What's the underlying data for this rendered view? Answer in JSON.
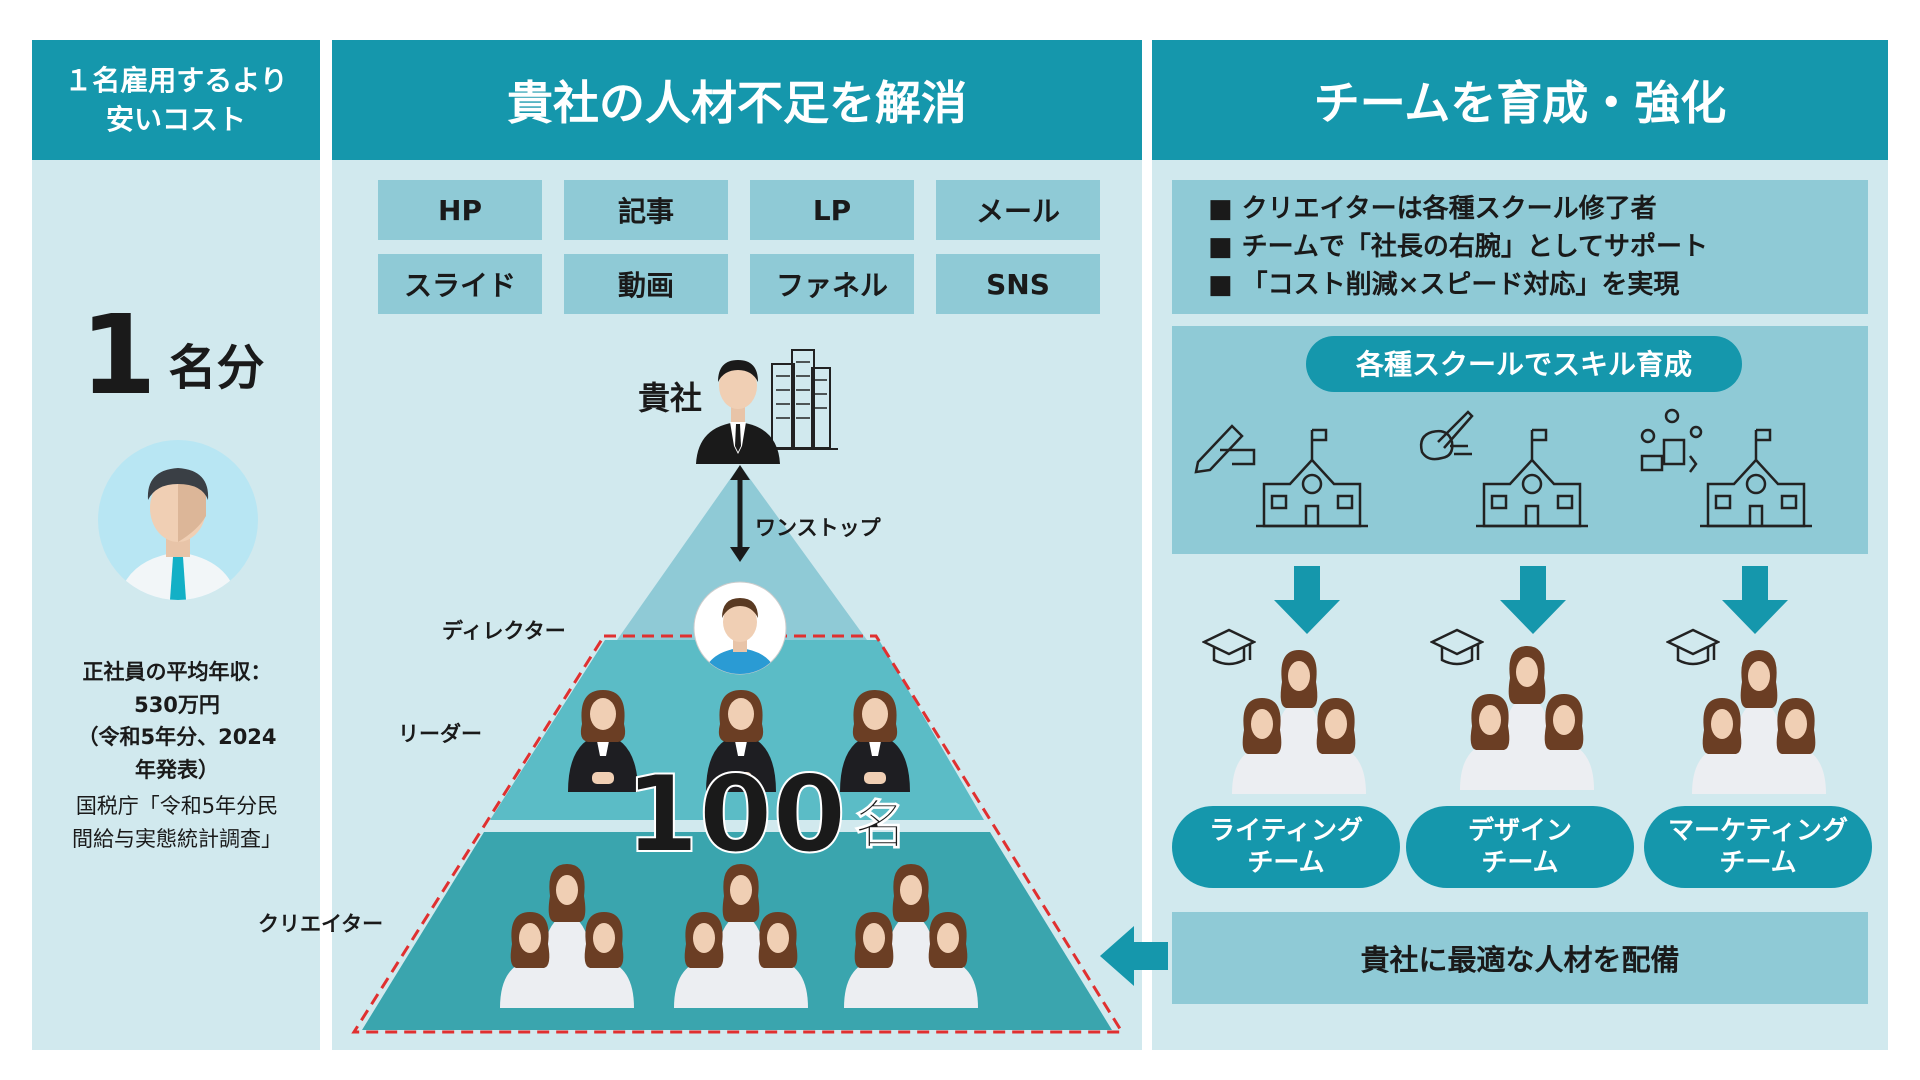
{
  "left": {
    "header": "１名雇用するより\n安いコスト",
    "big_number": "1",
    "big_unit": "名分",
    "note_bold": "正社員の平均年収：\n530万円\n（令和5年分、2024\n年発表）",
    "note_source": "国税庁「令和5年分民\n間給与実態統計調査」"
  },
  "center": {
    "header": "貴社の人材不足を解消",
    "services": [
      "HP",
      "記事",
      "LP",
      "メール",
      "スライド",
      "動画",
      "ファネル",
      "SNS"
    ],
    "company_label": "貴社",
    "onestop_label": "ワンストップ",
    "director_label": "ディレクター",
    "leader_label": "リーダー",
    "creator_label": "クリエイター",
    "count_number": "100",
    "count_unit": "名"
  },
  "right": {
    "header": "チームを育成・強化",
    "bullets": [
      "■ クリエイターは各種スクール修了者",
      "■ チームで「社長の右腕」としてサポート",
      "■ 「コスト削減×スピード対応」を実現"
    ],
    "school_title": "各種スクールでスキル育成",
    "teams": [
      "ライティング\nチーム",
      "デザイン\nチーム",
      "マーケティング\nチーム"
    ],
    "deploy_label": "貴社に最適な人材を配備"
  },
  "colors": {
    "header": "#1597ac",
    "panel": "#d1e9ee",
    "chip": "#8fcad6",
    "pyramid_top": "#8fcad6",
    "pyramid_mid": "#5bbcc6",
    "pyramid_bottom": "#3aa5ae",
    "dashed": "#e03030"
  }
}
